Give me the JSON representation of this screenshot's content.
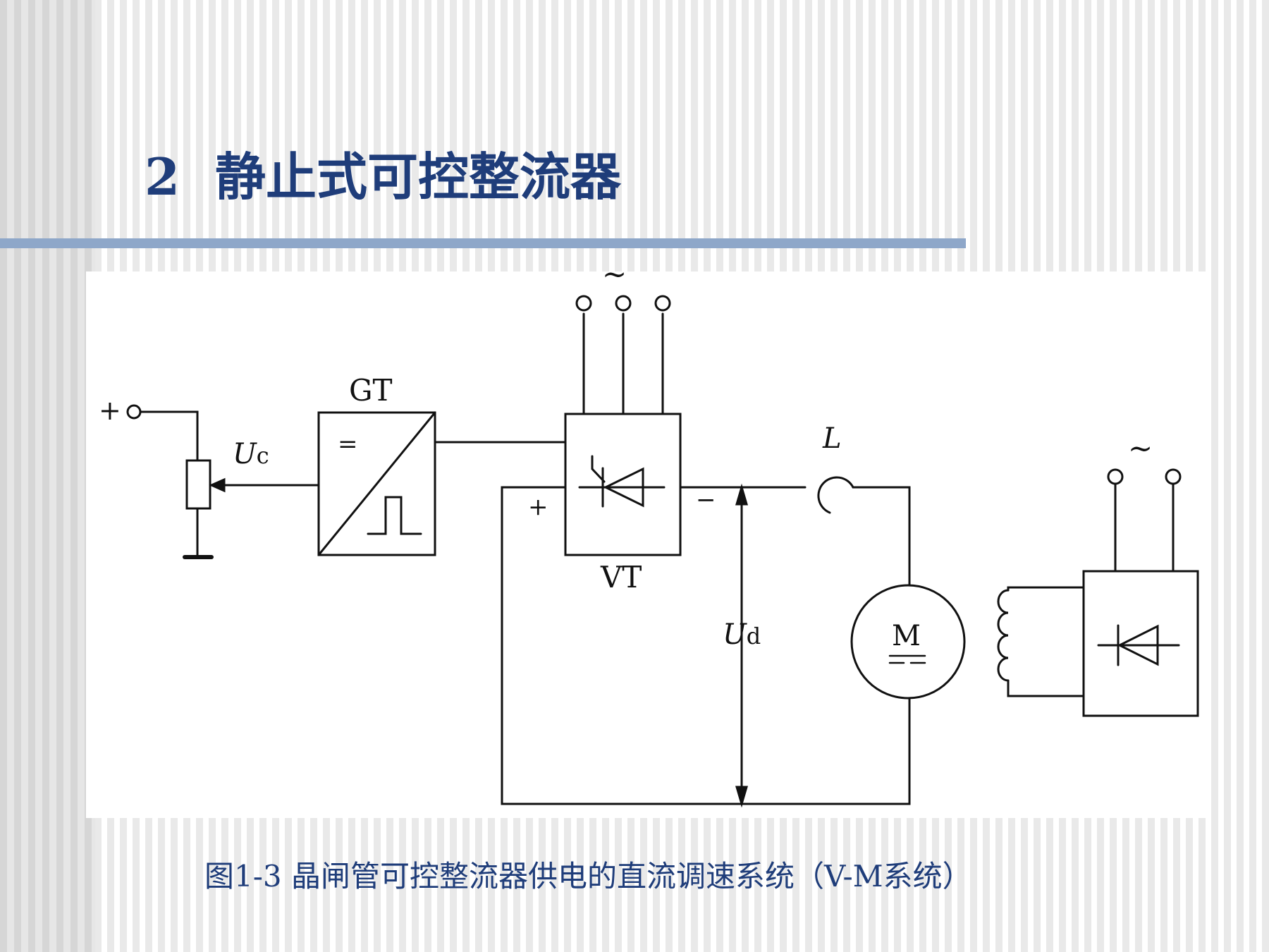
{
  "slide": {
    "number": "2",
    "title": "静止式可控整流器"
  },
  "diagram": {
    "labels": {
      "plus_input": "+",
      "uc_main": "U",
      "uc_sub": "c",
      "gt": "GT",
      "gt_symbol": "=",
      "vt": "VT",
      "vt_plus": "+",
      "vt_minus": "−",
      "ac_main": "~",
      "ac_field": "~",
      "inductor": "L",
      "ud_main": "U",
      "ud_sub": "d",
      "motor": "M"
    }
  },
  "caption": "图1-3 晶闸管可控整流器供电的直流调速系统（V-M系统）"
}
